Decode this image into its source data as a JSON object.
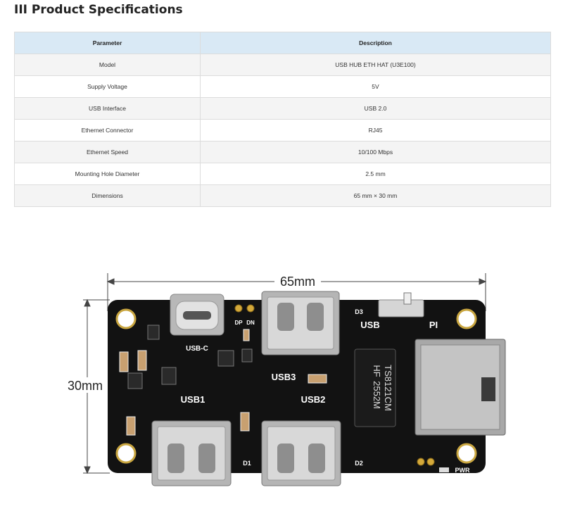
{
  "section_title": "III Product Specifications",
  "table": {
    "headers": [
      "Parameter",
      "Description"
    ],
    "rows": [
      [
        "Model",
        "USB HUB ETH HAT (U3E100)"
      ],
      [
        "Supply Voltage",
        "5V"
      ],
      [
        "USB Interface",
        "USB 2.0"
      ],
      [
        "Ethernet Connector",
        "RJ45"
      ],
      [
        "Ethernet Speed",
        "10/100 Mbps"
      ],
      [
        "Mounting Hole Diameter",
        "2.5 mm"
      ],
      [
        "Dimensions",
        "65 mm × 30 mm"
      ]
    ]
  },
  "figure": {
    "width_label": "65mm",
    "height_label": "30mm",
    "silkscreen": {
      "usbc": "USB-C",
      "dp": "DP",
      "dn": "DN",
      "d3": "D3",
      "usb": "USB",
      "pi": "PI",
      "usb1": "USB1",
      "usb2": "USB2",
      "usb3": "USB3",
      "d1": "D1",
      "d2": "D2",
      "pwr": "PWR",
      "chip_line1": "TS8121CM",
      "chip_line2": "2552M",
      "chip_line3": "HF"
    }
  }
}
